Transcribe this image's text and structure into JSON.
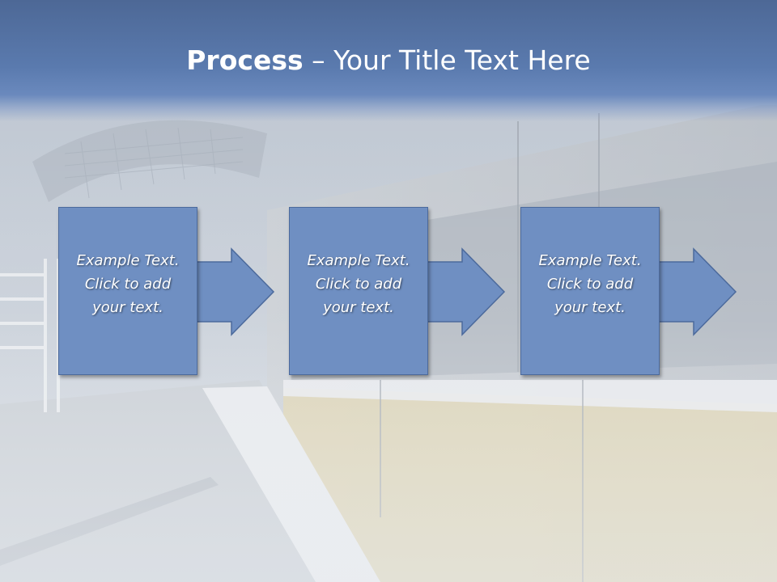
{
  "slide": {
    "title_bold": "Process",
    "title_rest": " – Your Title Text Here",
    "steps": [
      {
        "line1": "Example Text.",
        "line2": "Click  to add",
        "line3": "your text."
      },
      {
        "line1": "Example Text.",
        "line2": "Click  to add",
        "line3": "your text."
      },
      {
        "line1": "Example Text.",
        "line2": "Click  to add",
        "line3": "your text."
      }
    ]
  },
  "colors": {
    "title_band": "#5a7aae",
    "step_fill": "#6f8fc2",
    "step_border": "#4c6a9c",
    "text": "#ffffff"
  },
  "icons": {
    "arrow": "right-arrow-icon"
  }
}
